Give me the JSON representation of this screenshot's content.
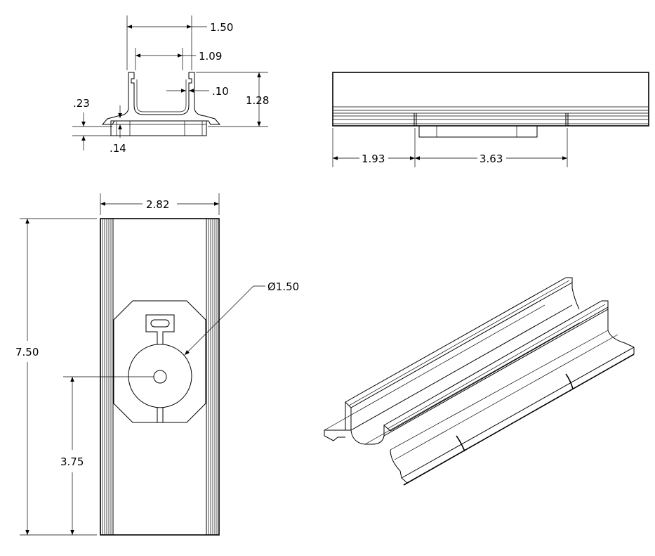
{
  "drawing": {
    "dimensions": {
      "top_width_outer": "1.50",
      "top_width_inner": "1.09",
      "wall_thickness": ".10",
      "height": "1.28",
      "flange_height": ".23",
      "base_thickness": ".14",
      "side_offset": "1.93",
      "slot_length": "3.63",
      "plan_width": "2.82",
      "plan_length": "7.50",
      "hole_center": "3.75",
      "diameter": "Ø1.50"
    }
  }
}
